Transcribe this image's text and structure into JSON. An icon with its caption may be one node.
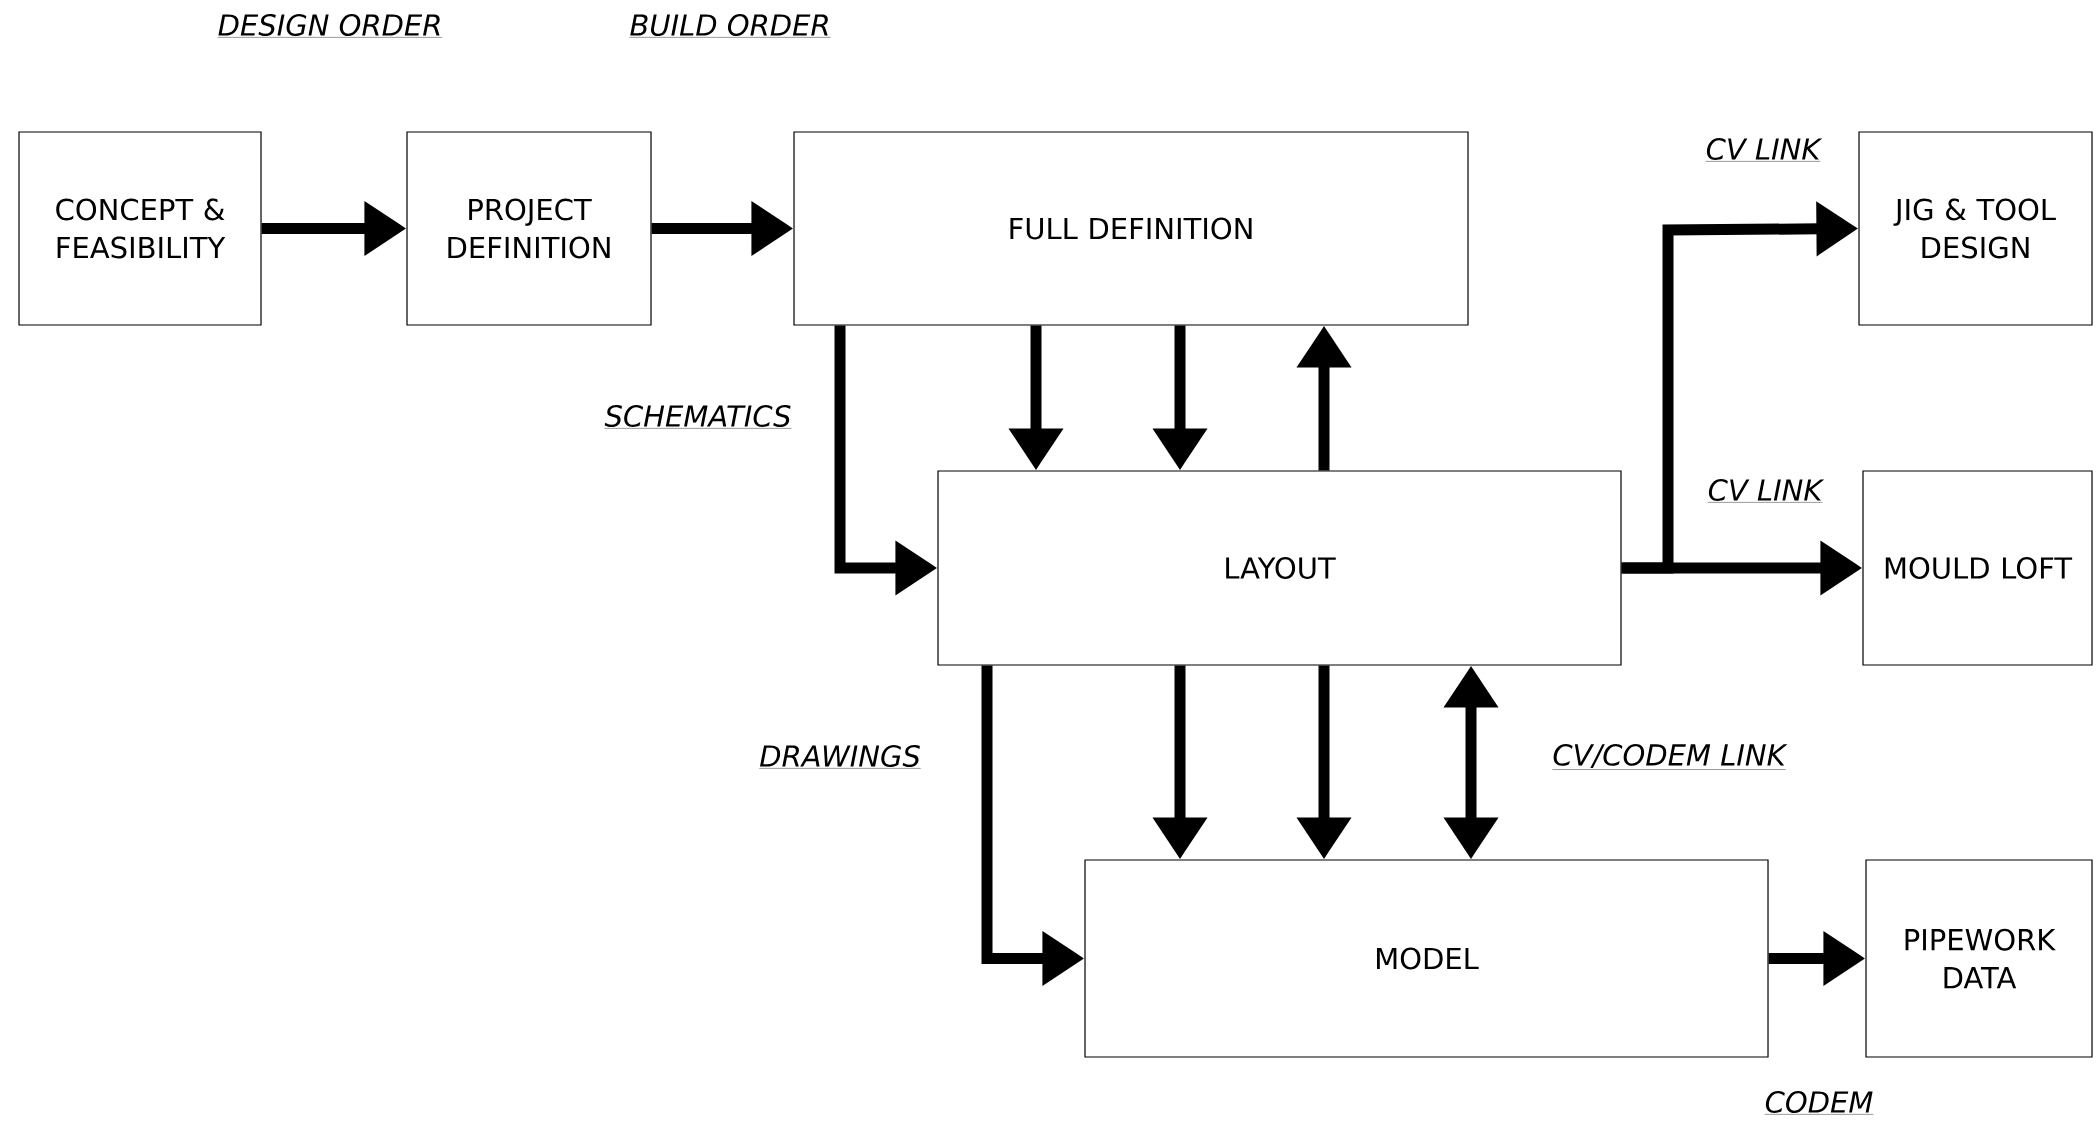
{
  "diagram": {
    "nodes": [
      {
        "text": [
          "CONCEPT & FEASIBILITY"
        ]
      },
      {
        "text": [
          "PROJECT DEFINITION"
        ]
      },
      {
        "text": [
          "FULL DEFINITION"
        ]
      },
      {
        "text": [
          "LAYOUT"
        ]
      },
      {
        "text": [
          "MODEL"
        ]
      },
      {
        "text": [
          "JIG & TOOL DESIGN"
        ]
      },
      {
        "text": [
          "MOULD LOFT"
        ]
      },
      {
        "text": [
          "PIPEWORK DATA"
        ]
      }
    ],
    "edges": [
      {
        "from": 0,
        "to": 1,
        "arrow": "to"
      },
      {
        "from": 1,
        "to": 2,
        "arrow": "to"
      },
      {
        "from": 2,
        "to": 3,
        "arrow": "to",
        "label": "SCHEMATICS"
      },
      {
        "from": 2,
        "to": 3,
        "arrow": "to"
      },
      {
        "from": 2,
        "to": 3,
        "arrow": "to"
      },
      {
        "from": 3,
        "to": 2,
        "arrow": "to"
      },
      {
        "from": 3,
        "to": 5,
        "arrow": "to",
        "label": "CV LINK"
      },
      {
        "from": 3,
        "to": 6,
        "arrow": "to",
        "label": "CV LINK"
      },
      {
        "from": 3,
        "to": 4,
        "arrow": "to",
        "label": "DRAWINGS"
      },
      {
        "from": 3,
        "to": 4,
        "arrow": "to"
      },
      {
        "from": 3,
        "to": 4,
        "arrow": "to"
      },
      {
        "from": 3,
        "to": 4,
        "arrow": "both",
        "label": "CV/CODEM LINK"
      },
      {
        "from": 4,
        "to": 7,
        "arrow": "to"
      }
    ],
    "labels": [
      "DESIGN ORDER",
      "BUILD ORDER",
      "CODEM"
    ]
  }
}
